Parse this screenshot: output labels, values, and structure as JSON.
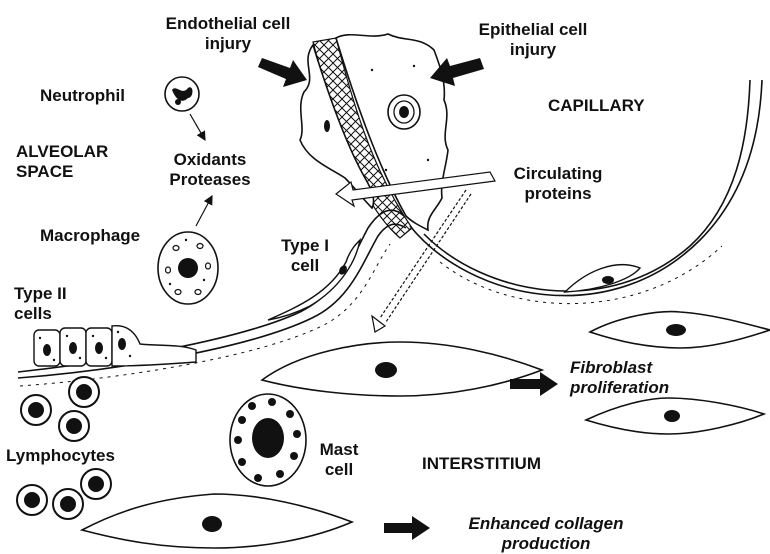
{
  "colors": {
    "ink": "#111111",
    "background": "#ffffff"
  },
  "labels": {
    "endothelial_line1": "Endothelial cell",
    "endothelial_line2": "injury",
    "epithelial_line1": "Epithelial cell",
    "epithelial_line2": "injury",
    "neutrophil": "Neutrophil",
    "capillary": "CAPILLARY",
    "alveolar_line1": "ALVEOLAR",
    "alveolar_line2": "SPACE",
    "oxidants": "Oxidants",
    "proteases": "Proteases",
    "circulating_line1": "Circulating",
    "circulating_line2": "proteins",
    "macrophage": "Macrophage",
    "type1_line1": "Type I",
    "type1_line2": "cell",
    "type2_line1": "Type II",
    "type2_line2": "cells",
    "fibroblast_line1": "Fibroblast",
    "fibroblast_line2": "proliferation",
    "mast_line1": "Mast",
    "mast_line2": "cell",
    "lymphocytes": "Lymphocytes",
    "interstitium": "INTERSTITIUM",
    "collagen_line1": "Enhanced collagen",
    "collagen_line2": "production"
  }
}
